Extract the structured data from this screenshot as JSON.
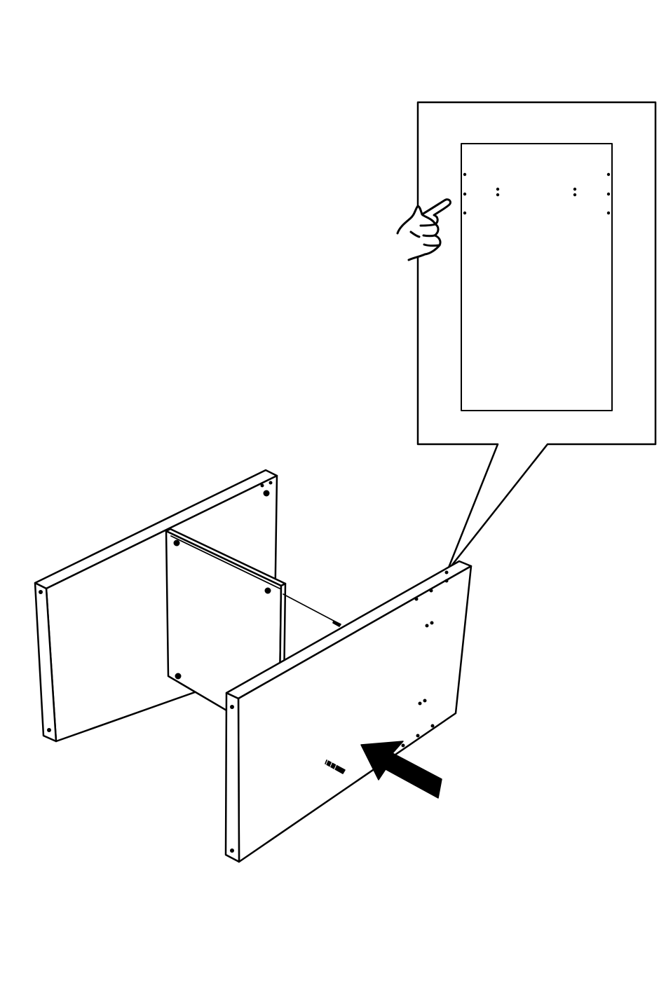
{
  "diagram": {
    "kind": "assembly-instruction-step",
    "parts": [
      {
        "name": "left-side-panel"
      },
      {
        "name": "middle-divider-panel"
      },
      {
        "name": "right-side-panel"
      },
      {
        "name": "wooden-dowel"
      }
    ],
    "callout": {
      "shows": "right-side-panel-inner-face",
      "pointer": "pointing-hand-icon"
    },
    "arrow": "push-direction-arrow",
    "colors": {
      "ink": "#000000",
      "paper": "#ffffff"
    }
  }
}
